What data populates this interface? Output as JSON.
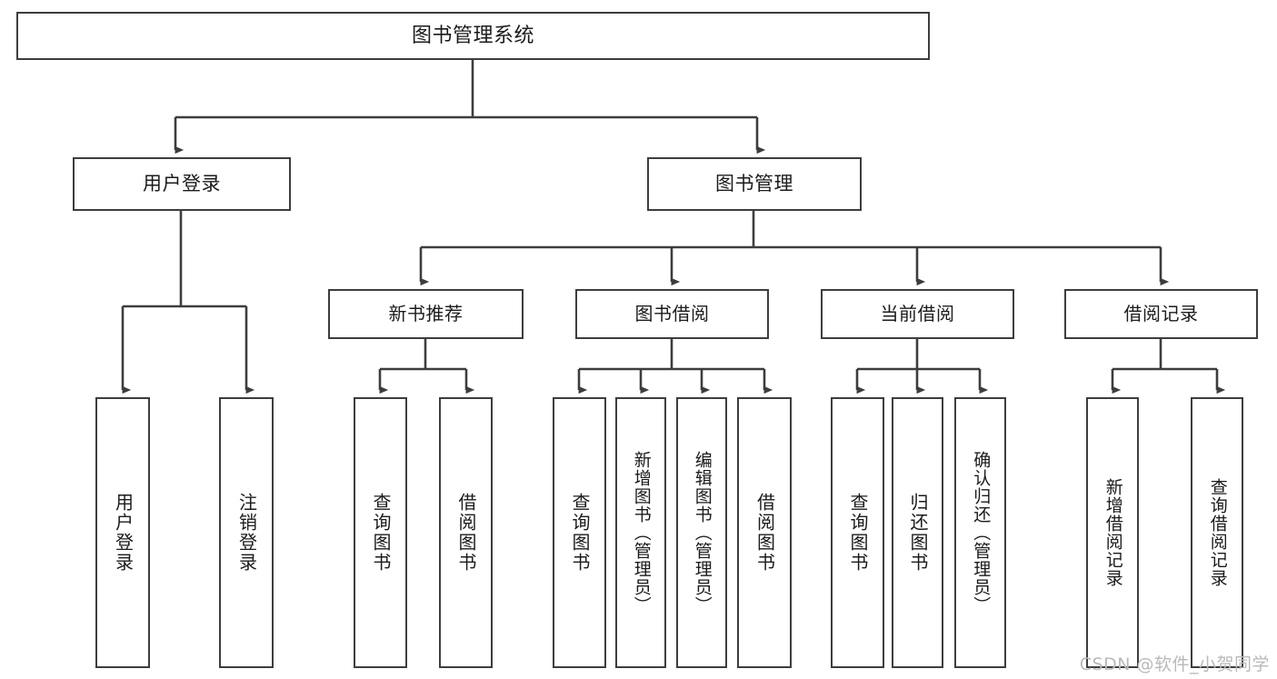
{
  "diagram": {
    "title": "图书管理系统",
    "stroke_color": "#3d3d3d",
    "fill_color": "#ffffff",
    "text_color": "#1b1b1b",
    "root": {
      "label": "图书管理系统"
    },
    "level1": [
      {
        "label": "用户登录"
      },
      {
        "label": "图书管理"
      }
    ],
    "level2": [
      {
        "label": "新书推荐"
      },
      {
        "label": "图书借阅"
      },
      {
        "label": "当前借阅"
      },
      {
        "label": "借阅记录"
      }
    ],
    "leaves": [
      {
        "label": "用户登录"
      },
      {
        "label": "注销登录"
      },
      {
        "label": "查询图书"
      },
      {
        "label": "借阅图书"
      },
      {
        "label": "查询图书"
      },
      {
        "label": "新增图书（管理员）"
      },
      {
        "label": "编辑图书（管理员）"
      },
      {
        "label": "借阅图书"
      },
      {
        "label": "查询图书"
      },
      {
        "label": "归还图书"
      },
      {
        "label": "确认归还（管理员）"
      },
      {
        "label": "新增借阅记录"
      },
      {
        "label": "查询借阅记录"
      }
    ]
  },
  "watermark": {
    "text": "CSDN @软件_小贺同学",
    "color": "#b9b9b9"
  }
}
